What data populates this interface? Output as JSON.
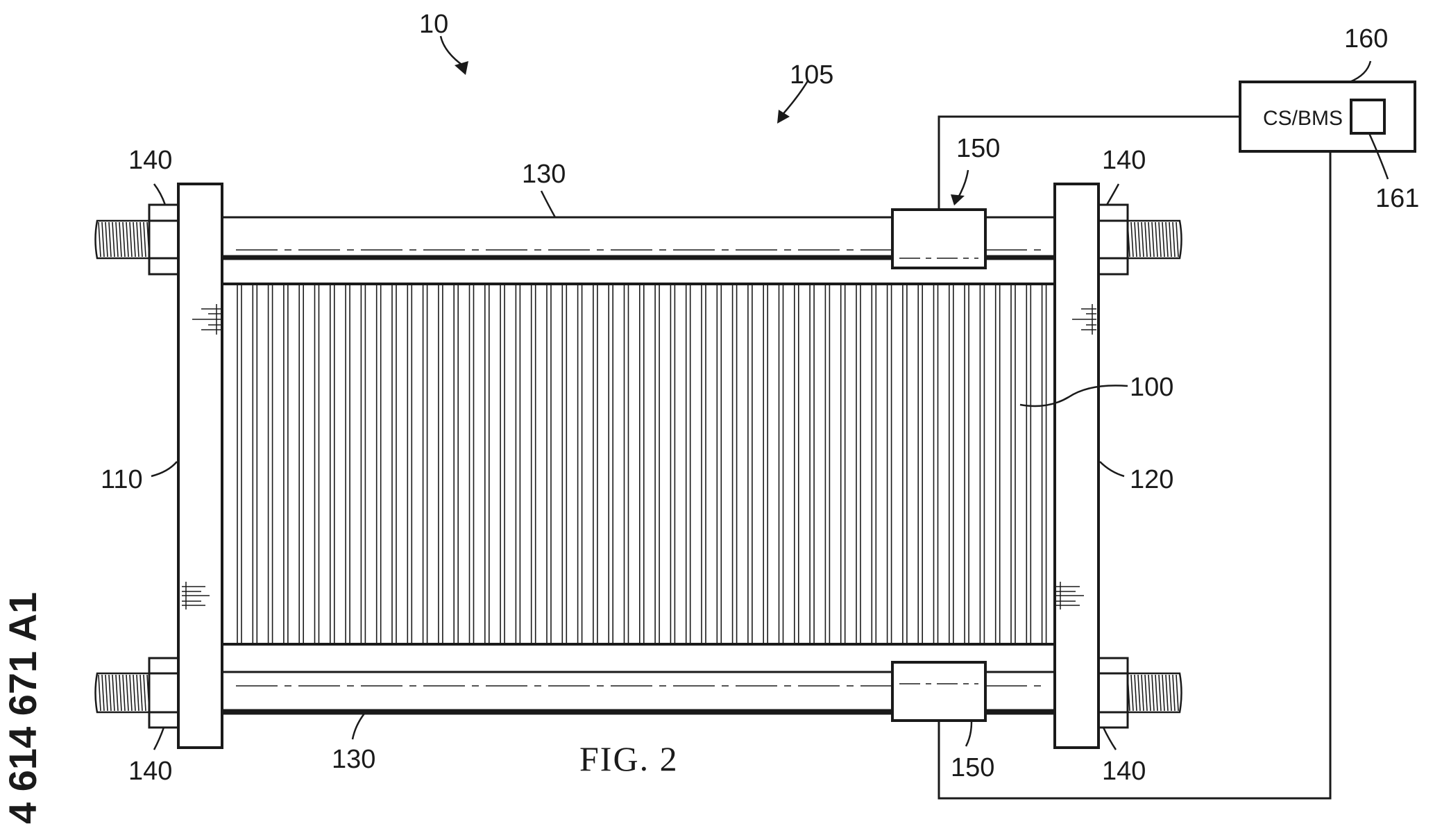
{
  "labels": {
    "assembly": "10",
    "stack": "105",
    "cell": "100",
    "end_plate_left": "110",
    "end_plate_right": "120",
    "rod_top": "130",
    "rod_bottom": "130",
    "nut_top_left": "140",
    "nut_top_right": "140",
    "nut_bottom_left": "140",
    "nut_bottom_right": "140",
    "sensor_top": "150",
    "sensor_bottom": "150",
    "controller": "160",
    "controller_sub": "161"
  },
  "controller_text": "CS/BMS",
  "caption": "FIG. 2",
  "side_text": "4 614 671 A1"
}
